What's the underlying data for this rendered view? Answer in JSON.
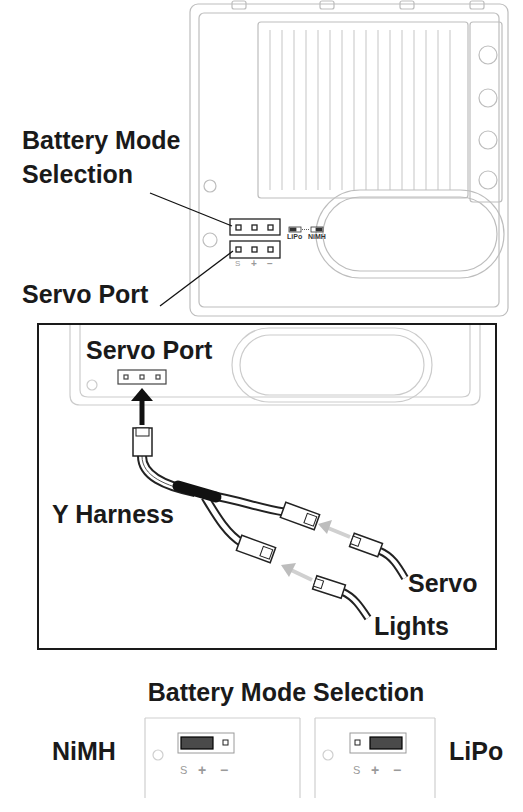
{
  "diagram": {
    "nodes": [
      {
        "text": [
          "Servo Port",
          "Y Harness",
          "Servo",
          "Lights"
        ]
      }
    ],
    "labels": [
      "Battery Mode Selection",
      "Servo Port",
      "LiPo",
      "NiMH",
      "S",
      "+",
      "−",
      "Battery Mode Selection",
      "NiMH",
      "LiPo",
      "S",
      "+",
      "−",
      "S",
      "+",
      "−"
    ]
  }
}
